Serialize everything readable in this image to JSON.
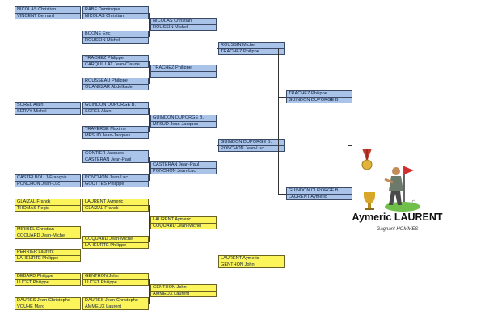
{
  "colors": {
    "blue_box": "#a9c4e8",
    "yellow_box": "#fbf45a",
    "line": "#333333"
  },
  "winner": {
    "name": "Aymeric LAURENT",
    "subtitle": "Gagnant HOMMES",
    "icons": [
      "medal-icon",
      "trophy-icon",
      "golfer-icon",
      "flag-icon"
    ]
  },
  "matches": {
    "r1": [
      {
        "id": "r1m1",
        "color": "blue",
        "a": "NICOLAS Christian",
        "b": "VINCENT Bernard"
      },
      {
        "id": "r1m2",
        "color": "blue",
        "a": "SOREL Alain",
        "b": "SERVY Michel"
      },
      {
        "id": "r1m3",
        "color": "blue",
        "a": "CASTELBOU J-François",
        "b": "PONCHON Jean-Luc"
      },
      {
        "id": "r1m4",
        "color": "yellow",
        "a": "GLAIZAL Franck",
        "b": "THOMAS Regis"
      },
      {
        "id": "r1m5",
        "color": "yellow",
        "a": "MIRIBEL Christian",
        "b": "COQUARD Jean-Michel"
      },
      {
        "id": "r1m6",
        "color": "yellow",
        "a": "PERRIER Laurent",
        "b": "LAHEURTE Philippe"
      },
      {
        "id": "r1m7",
        "color": "yellow",
        "a": "DEBARD Philippe",
        "b": "LUCET Philippe"
      },
      {
        "id": "r1m8",
        "color": "yellow",
        "a": "DAURES Jean-Christophe",
        "b": "VOUHE Marc"
      }
    ],
    "r2": [
      {
        "id": "r2m1",
        "color": "blue",
        "a": "RABE Dominique",
        "b": "NICOLAS Christian"
      },
      {
        "id": "r2m2",
        "color": "blue",
        "a": "BOONE Eric",
        "b": "ROUSSIN Michel"
      },
      {
        "id": "r2m3",
        "color": "blue",
        "a": "TRACHEZ Philippe",
        "b": "CARQUILLAT Jean-Claude"
      },
      {
        "id": "r2m4",
        "color": "blue",
        "a": "ROUSSEAU Philippe",
        "b": "OUANEZAR Abdelkader"
      },
      {
        "id": "r2m5",
        "color": "blue",
        "a": "GUINDON DUPORGE B.",
        "b": "SOREL Alain"
      },
      {
        "id": "r2m6",
        "color": "blue",
        "a": "TRAVERSE Maxime",
        "b": "MFSUD Jean-Jacques"
      },
      {
        "id": "r2m7",
        "color": "blue",
        "a": "GONTIER Jacques",
        "b": "CASTERAN Jean-Paul"
      },
      {
        "id": "r2m8",
        "color": "blue",
        "a": "PONCHON Jean-Luc",
        "b": "GOUTTES Philippe"
      },
      {
        "id": "r2m9",
        "color": "yellow",
        "a": "LAURENT Aymeric",
        "b": "GLAIZAL Franck"
      },
      {
        "id": "r2m10",
        "color": "yellow",
        "a": "COQUARD Jean-Michel",
        "b": "LAHEURTE Philippe"
      },
      {
        "id": "r2m11",
        "color": "yellow",
        "a": "GENTHON John",
        "b": "LUCET Philippe"
      },
      {
        "id": "r2m12",
        "color": "yellow",
        "a": "DAURES Jean-Christophe",
        "b": "AMMEUX Laurent"
      }
    ],
    "r3": [
      {
        "id": "r3m1",
        "color": "blue",
        "a": "NICOLAS Christian",
        "b": "ROUSSIN Michel"
      },
      {
        "id": "r3m2",
        "color": "blue",
        "a": "TRACHEZ Philippe",
        "b": ""
      },
      {
        "id": "r3m3",
        "color": "blue",
        "a": "GUINDON DUPORGE B.",
        "b": "MFSUD Jean-Jacques"
      },
      {
        "id": "r3m4",
        "color": "blue",
        "a": "CASTERAN Jean-Paul",
        "b": "PONCHON Jean-Luc"
      },
      {
        "id": "r3m5",
        "color": "yellow",
        "a": "LAURENT Aymeric",
        "b": "COQUARD Jean-Michel"
      },
      {
        "id": "r3m6",
        "color": "yellow",
        "a": "GENTHON John",
        "b": "AMMEUX Laurent"
      }
    ],
    "r4": [
      {
        "id": "r4m1",
        "color": "blue",
        "a": "ROUSSIN Michel",
        "b": "TRACHEZ Philippe"
      },
      {
        "id": "r4m2",
        "color": "blue",
        "a": "GUINDON DUPORGE B.",
        "b": "PONCHON Jean-Luc"
      },
      {
        "id": "r4m3",
        "color": "yellow",
        "a": "LAURENT Aymeric",
        "b": "GENTHON John"
      }
    ],
    "r5": [
      {
        "id": "r5m1",
        "color": "blue",
        "a": "TRACHEZ Philippe",
        "b": "GUINDON DUPORGE B."
      },
      {
        "id": "r5m2",
        "color": "blue",
        "a": "GUINDON DUPORGE B.",
        "b": "LAURENT Aymeric"
      }
    ]
  }
}
